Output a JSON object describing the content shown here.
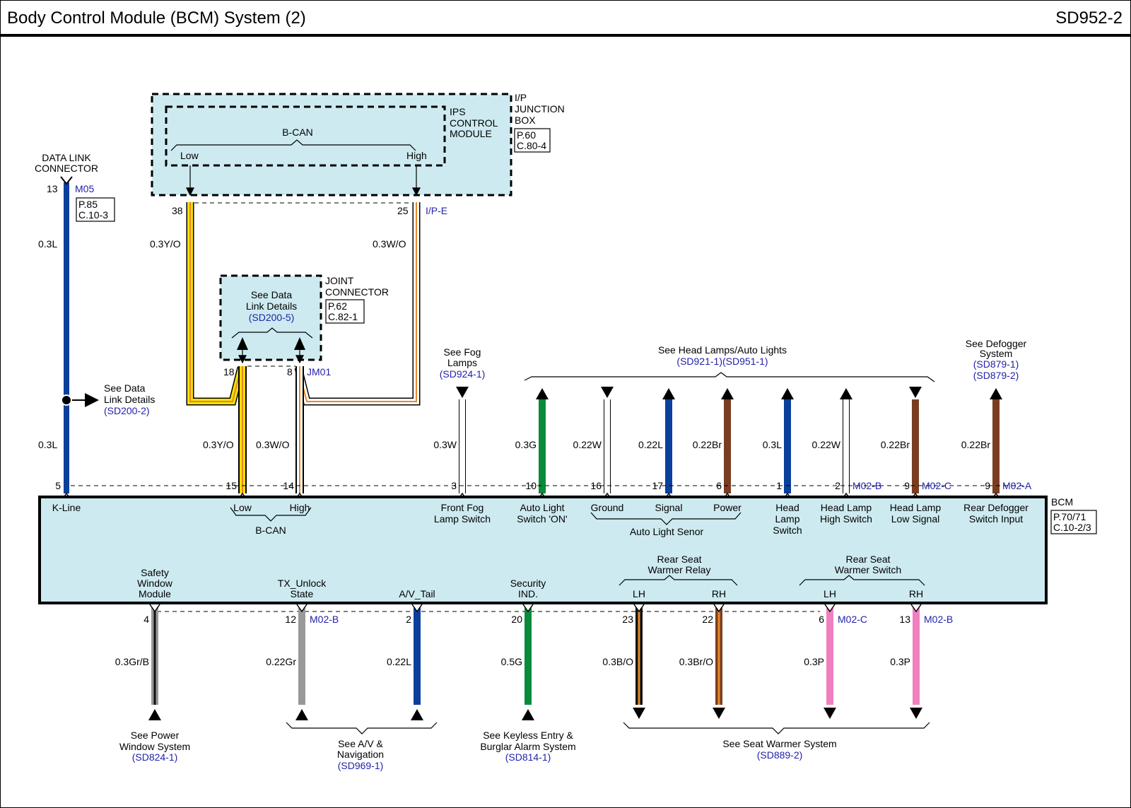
{
  "header": {
    "title": "Body Control Module (BCM) System (2)",
    "code": "SD952-2"
  },
  "colors": {
    "module_fill": "#cdeaf0",
    "ref_blue": "#2222aa",
    "wire_blue": "#0b3f9c",
    "wire_green": "#0a8a3a",
    "wire_brown": "#7a3d22",
    "wire_yellow": "#f5e000",
    "wire_orange": "#e8892a",
    "wire_gray": "#999999",
    "wire_pink": "#f07fbf",
    "wire_black": "#111111"
  },
  "ip_junction_box": {
    "label_1": "I/P",
    "label_2": "JUNCTION",
    "label_3": "BOX",
    "ref_1": "P.60",
    "ref_2": "C.80-4",
    "connector": "I/P-E",
    "pin_low": "38",
    "pin_high": "25"
  },
  "ips_control_module": {
    "label_1": "IPS",
    "label_2": "CONTROL",
    "label_3": "MODULE",
    "bus": "B-CAN",
    "low": "Low",
    "high": "High"
  },
  "data_link_connector": {
    "label_1": "DATA LINK",
    "label_2": "CONNECTOR",
    "pin": "13",
    "connector": "M05",
    "ref_1": "P.85",
    "ref_2": "C.10-3",
    "wire_top": "0.3L",
    "wire_bottom": "0.3L",
    "see_1": "See Data",
    "see_2": "Link Details",
    "see_ref": "(SD200-2)"
  },
  "joint_connector": {
    "label_1": "JOINT",
    "label_2": "CONNECTOR",
    "ref_1": "P.62",
    "ref_2": "C.82-1",
    "see_1": "See Data",
    "see_2": "Link Details",
    "see_ref": "(SD200-5)",
    "pin_a": "18",
    "pin_b": "8",
    "connector": "JM01"
  },
  "upper_wires": {
    "low_top": "0.3Y/O",
    "high_top": "0.3W/O",
    "low_bottom": "0.3Y/O",
    "high_bottom": "0.3W/O"
  },
  "references_top": {
    "fog": {
      "line_1": "See Fog",
      "line_2": "Lamps",
      "ref": "(SD924-1)"
    },
    "head": {
      "line_1": "See Head Lamps/Auto Lights",
      "ref": "(SD921-1)(SD951-1)"
    },
    "defogger": {
      "line_1": "See Defogger",
      "line_2": "System",
      "ref_1": "(SD879-1)",
      "ref_2": "(SD879-2)"
    }
  },
  "top_pins": [
    {
      "pin": "5",
      "wire": "",
      "label": "K-Line"
    },
    {
      "pin": "15",
      "wire": "",
      "label": "Low"
    },
    {
      "pin": "14",
      "wire": "",
      "label": "High"
    },
    {
      "pin": "3",
      "wire": "0.3W",
      "label_1": "Front Fog",
      "label_2": "Lamp Switch"
    },
    {
      "pin": "10",
      "wire": "0.3G",
      "label_1": "Auto Light",
      "label_2": "Switch 'ON'"
    },
    {
      "pin": "16",
      "wire": "0.22W",
      "label": "Ground"
    },
    {
      "pin": "17",
      "wire": "0.22L",
      "label": "Signal"
    },
    {
      "pin": "6",
      "wire": "0.22Br",
      "label": "Power"
    },
    {
      "pin": "1",
      "wire": "0.3L",
      "label_1": "Head",
      "label_2": "Lamp",
      "label_3": "Switch"
    },
    {
      "pin": "2",
      "wire": "0.22W",
      "connector": "M02-B",
      "label_1": "Head Lamp",
      "label_2": "High Switch"
    },
    {
      "pin": "9",
      "wire": "0.22Br",
      "connector": "M02-C",
      "label_1": "Head  Lamp",
      "label_2": "Low Signal"
    },
    {
      "pin": "9",
      "wire": "0.22Br",
      "connector": "M02-A",
      "label_1": "Rear Defogger",
      "label_2": "Switch Input"
    }
  ],
  "bcm": {
    "label": "BCM",
    "ref_1": "P.70/71",
    "ref_2": "C.10-2/3",
    "bcan_label": "B-CAN",
    "auto_light_sensor": "Auto Light Senor"
  },
  "bottom_pins": [
    {
      "pin": "4",
      "wire": "0.3Gr/B",
      "label_1": "Safety",
      "label_2": "Window",
      "label_3": "Module"
    },
    {
      "pin": "12",
      "wire": "0.22Gr",
      "connector": "M02-B",
      "label_1": "TX_Unlock",
      "label_2": "State"
    },
    {
      "pin": "2",
      "wire": "0.22L",
      "label_1": "A/V_Tail"
    },
    {
      "pin": "20",
      "wire": "0.5G",
      "label_1": "Security",
      "label_2": "IND."
    },
    {
      "pin": "23",
      "wire": "0.3B/O",
      "label_1": "LH"
    },
    {
      "pin": "22",
      "wire": "0.3Br/O",
      "label_1": "RH"
    },
    {
      "pin": "6",
      "wire": "0.3P",
      "connector": "M02-C",
      "label_1": "LH"
    },
    {
      "pin": "13",
      "wire": "0.3P",
      "connector": "M02-B",
      "label_1": "RH"
    }
  ],
  "bottom_groups": {
    "relay_1": "Rear Seat",
    "relay_2": "Warmer Relay",
    "switch_1": "Rear Seat",
    "switch_2": "Warmer Switch"
  },
  "references_bottom": {
    "power_window": {
      "line_1": "See Power",
      "line_2": "Window System",
      "ref": "(SD824-1)"
    },
    "av_nav": {
      "line_1": "See A/V &",
      "line_2": "Navigation",
      "ref": "(SD969-1)"
    },
    "keyless": {
      "line_1": "See Keyless Entry &",
      "line_2": "Burglar Alarm System",
      "ref": "(SD814-1)"
    },
    "seat_warmer": {
      "line_1": "See Seat Warmer System",
      "ref": "(SD889-2)"
    }
  }
}
